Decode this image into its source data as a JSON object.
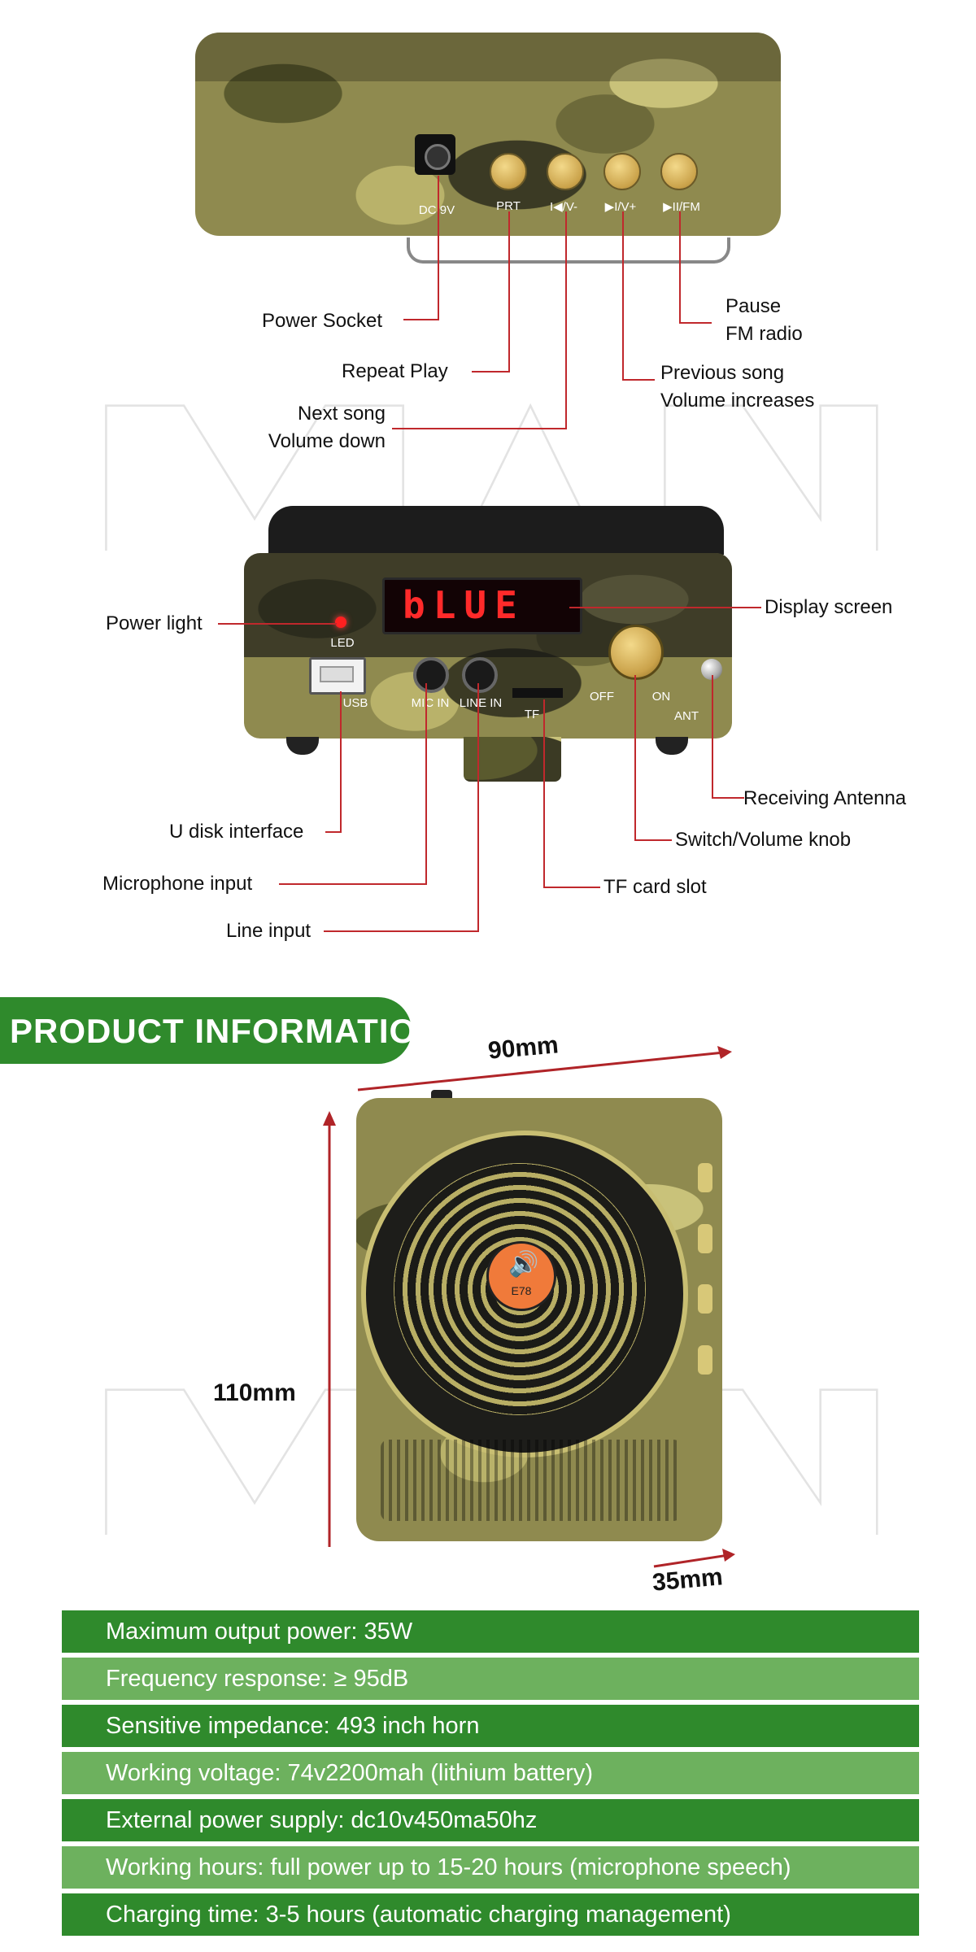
{
  "top_device": {
    "labels": {
      "dc": "DC 9V",
      "prt": "PRT",
      "prev_vol": "I◀/V-",
      "next_vol": "▶I/V+",
      "play_fm": "▶II/FM"
    },
    "callouts": {
      "power_socket": "Power Socket",
      "repeat_play": "Repeat Play",
      "next_song": "Next song",
      "volume_down": "Volume down",
      "pause": "Pause",
      "fm_radio": "FM radio",
      "previous_song": "Previous song",
      "volume_increases": "Volume increases"
    }
  },
  "front_device": {
    "display_text": "bLUE",
    "labels": {
      "led": "LED",
      "usb": "USB",
      "mic_in": "MIC IN",
      "line_in": "LINE IN",
      "tf": "TF",
      "off": "OFF",
      "on": "ON",
      "ant": "ANT"
    },
    "callouts": {
      "power_light": "Power light",
      "display_screen": "Display screen",
      "receiving_antenna": "Receiving Antenna",
      "u_disk": "U disk interface",
      "switch_volume": "Switch/Volume knob",
      "microphone_input": "Microphone input",
      "tf_card": "TF card slot",
      "line_input": "Line input"
    }
  },
  "product_info": {
    "banner": "PRODUCT INFORMATION",
    "width": "90mm",
    "height": "110mm",
    "depth": "35mm",
    "badge": "E78"
  },
  "specs": [
    "Maximum output power: 35W",
    "Frequency response: ≥ 95dB",
    "Sensitive impedance: 493 inch horn",
    "Working voltage: 74v2200mah (lithium battery)",
    "External power supply: dc10v450ma50hz",
    "Working hours: full power up to 15-20 hours (microphone speech)",
    "Charging time: 3-5 hours (automatic charging management)"
  ],
  "colors": {
    "accent_red": "#c0282c",
    "banner_green": "#2f8a2c",
    "spec_dark": "#2f8a2c",
    "spec_light": "#6db15e"
  }
}
